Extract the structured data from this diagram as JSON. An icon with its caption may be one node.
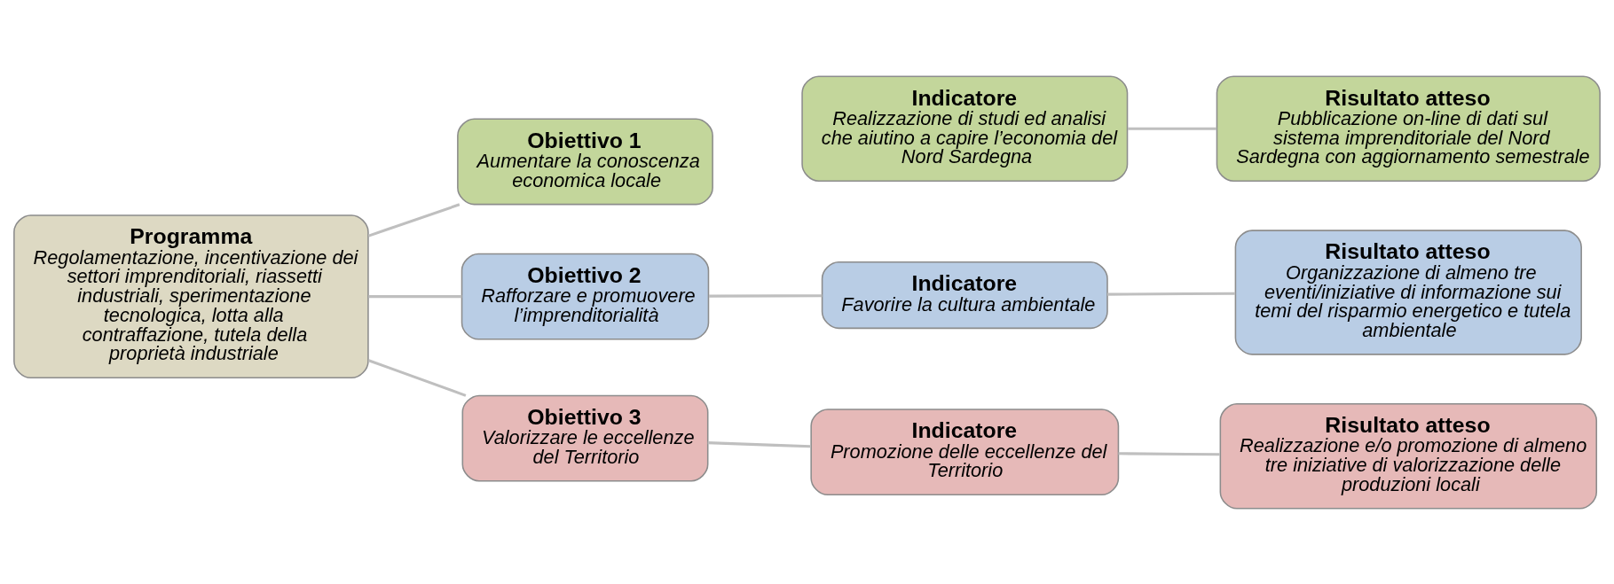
{
  "diagram": {
    "nodes": [
      {
        "text": [
          "Programma",
          "Regolamentazione, incentivazione dei settori imprenditoriali, riassetti industriali, sperimentazione tecnologica, lotta alla contraffazione, tutela della proprietà industriale"
        ]
      },
      {
        "text": [
          "Obiettivo 1",
          "Aumentare la conoscenza economica locale"
        ]
      },
      {
        "text": [
          "Indicatore",
          "Realizzazione di studi ed analisi che aiutino a capire l’economia del Nord Sardegna"
        ]
      },
      {
        "text": [
          "Risultato atteso",
          "Pubblicazione on-line di dati sul sistema imprenditoriale del Nord Sardegna con aggiornamento semestrale"
        ]
      },
      {
        "text": [
          "Obiettivo 2",
          "Rafforzare e promuovere l’imprenditorialità"
        ]
      },
      {
        "text": [
          "Indicatore",
          "Favorire la cultura ambientale"
        ]
      },
      {
        "text": [
          "Risultato atteso",
          "Organizzazione di almeno tre eventi/iniziative di informazione sui temi del risparmio energetico e tutela ambientale"
        ]
      },
      {
        "text": [
          "Obiettivo 3",
          "Valorizzare le eccellenze del Territorio"
        ]
      },
      {
        "text": [
          "Indicatore",
          "Promozione delle eccellenze del Territorio"
        ]
      },
      {
        "text": [
          "Risultato atteso",
          "Realizzazione e/o promozione di almeno tre iniziative di valorizzazione delle produzioni locali"
        ]
      }
    ],
    "edges": [
      {
        "from": 0,
        "to": 1,
        "arrow": "none"
      },
      {
        "from": 0,
        "to": 4,
        "arrow": "none"
      },
      {
        "from": 0,
        "to": 7,
        "arrow": "none"
      },
      {
        "from": 2,
        "to": 3,
        "arrow": "none"
      },
      {
        "from": 4,
        "to": 5,
        "arrow": "none"
      },
      {
        "from": 5,
        "to": 6,
        "arrow": "none"
      },
      {
        "from": 7,
        "to": 8,
        "arrow": "none"
      },
      {
        "from": 8,
        "to": 9,
        "arrow": "none"
      }
    ]
  }
}
